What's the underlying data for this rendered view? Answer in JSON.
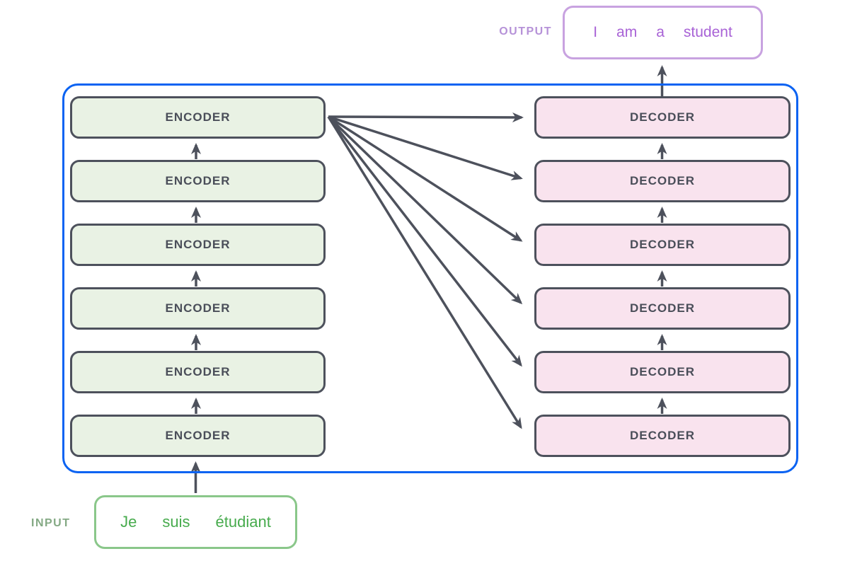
{
  "diagram_name": "transformer-encoder-decoder",
  "encoder_stack": {
    "items": [
      "ENCODER",
      "ENCODER",
      "ENCODER",
      "ENCODER",
      "ENCODER",
      "ENCODER"
    ]
  },
  "decoder_stack": {
    "items": [
      "DECODER",
      "DECODER",
      "DECODER",
      "DECODER",
      "DECODER",
      "DECODER"
    ]
  },
  "input": {
    "label": "INPUT",
    "tokens": [
      "Je",
      "suis",
      "étudiant"
    ]
  },
  "output": {
    "label": "OUTPUT",
    "tokens": [
      "I",
      "am",
      "a",
      "student"
    ]
  },
  "colors": {
    "container_border": "#0b63f2",
    "encoder_fill": "#e9f2e4",
    "decoder_fill": "#f9e3ee",
    "block_border": "#4d515c",
    "block_text": "#4a4e59",
    "arrow": "#4d515c",
    "output_border": "#c8a2e0",
    "output_text": "#a862d6",
    "output_label_text": "#b692d8",
    "input_border": "#8ac78a",
    "input_text": "#47ab4d",
    "input_label_text": "#84a984"
  }
}
